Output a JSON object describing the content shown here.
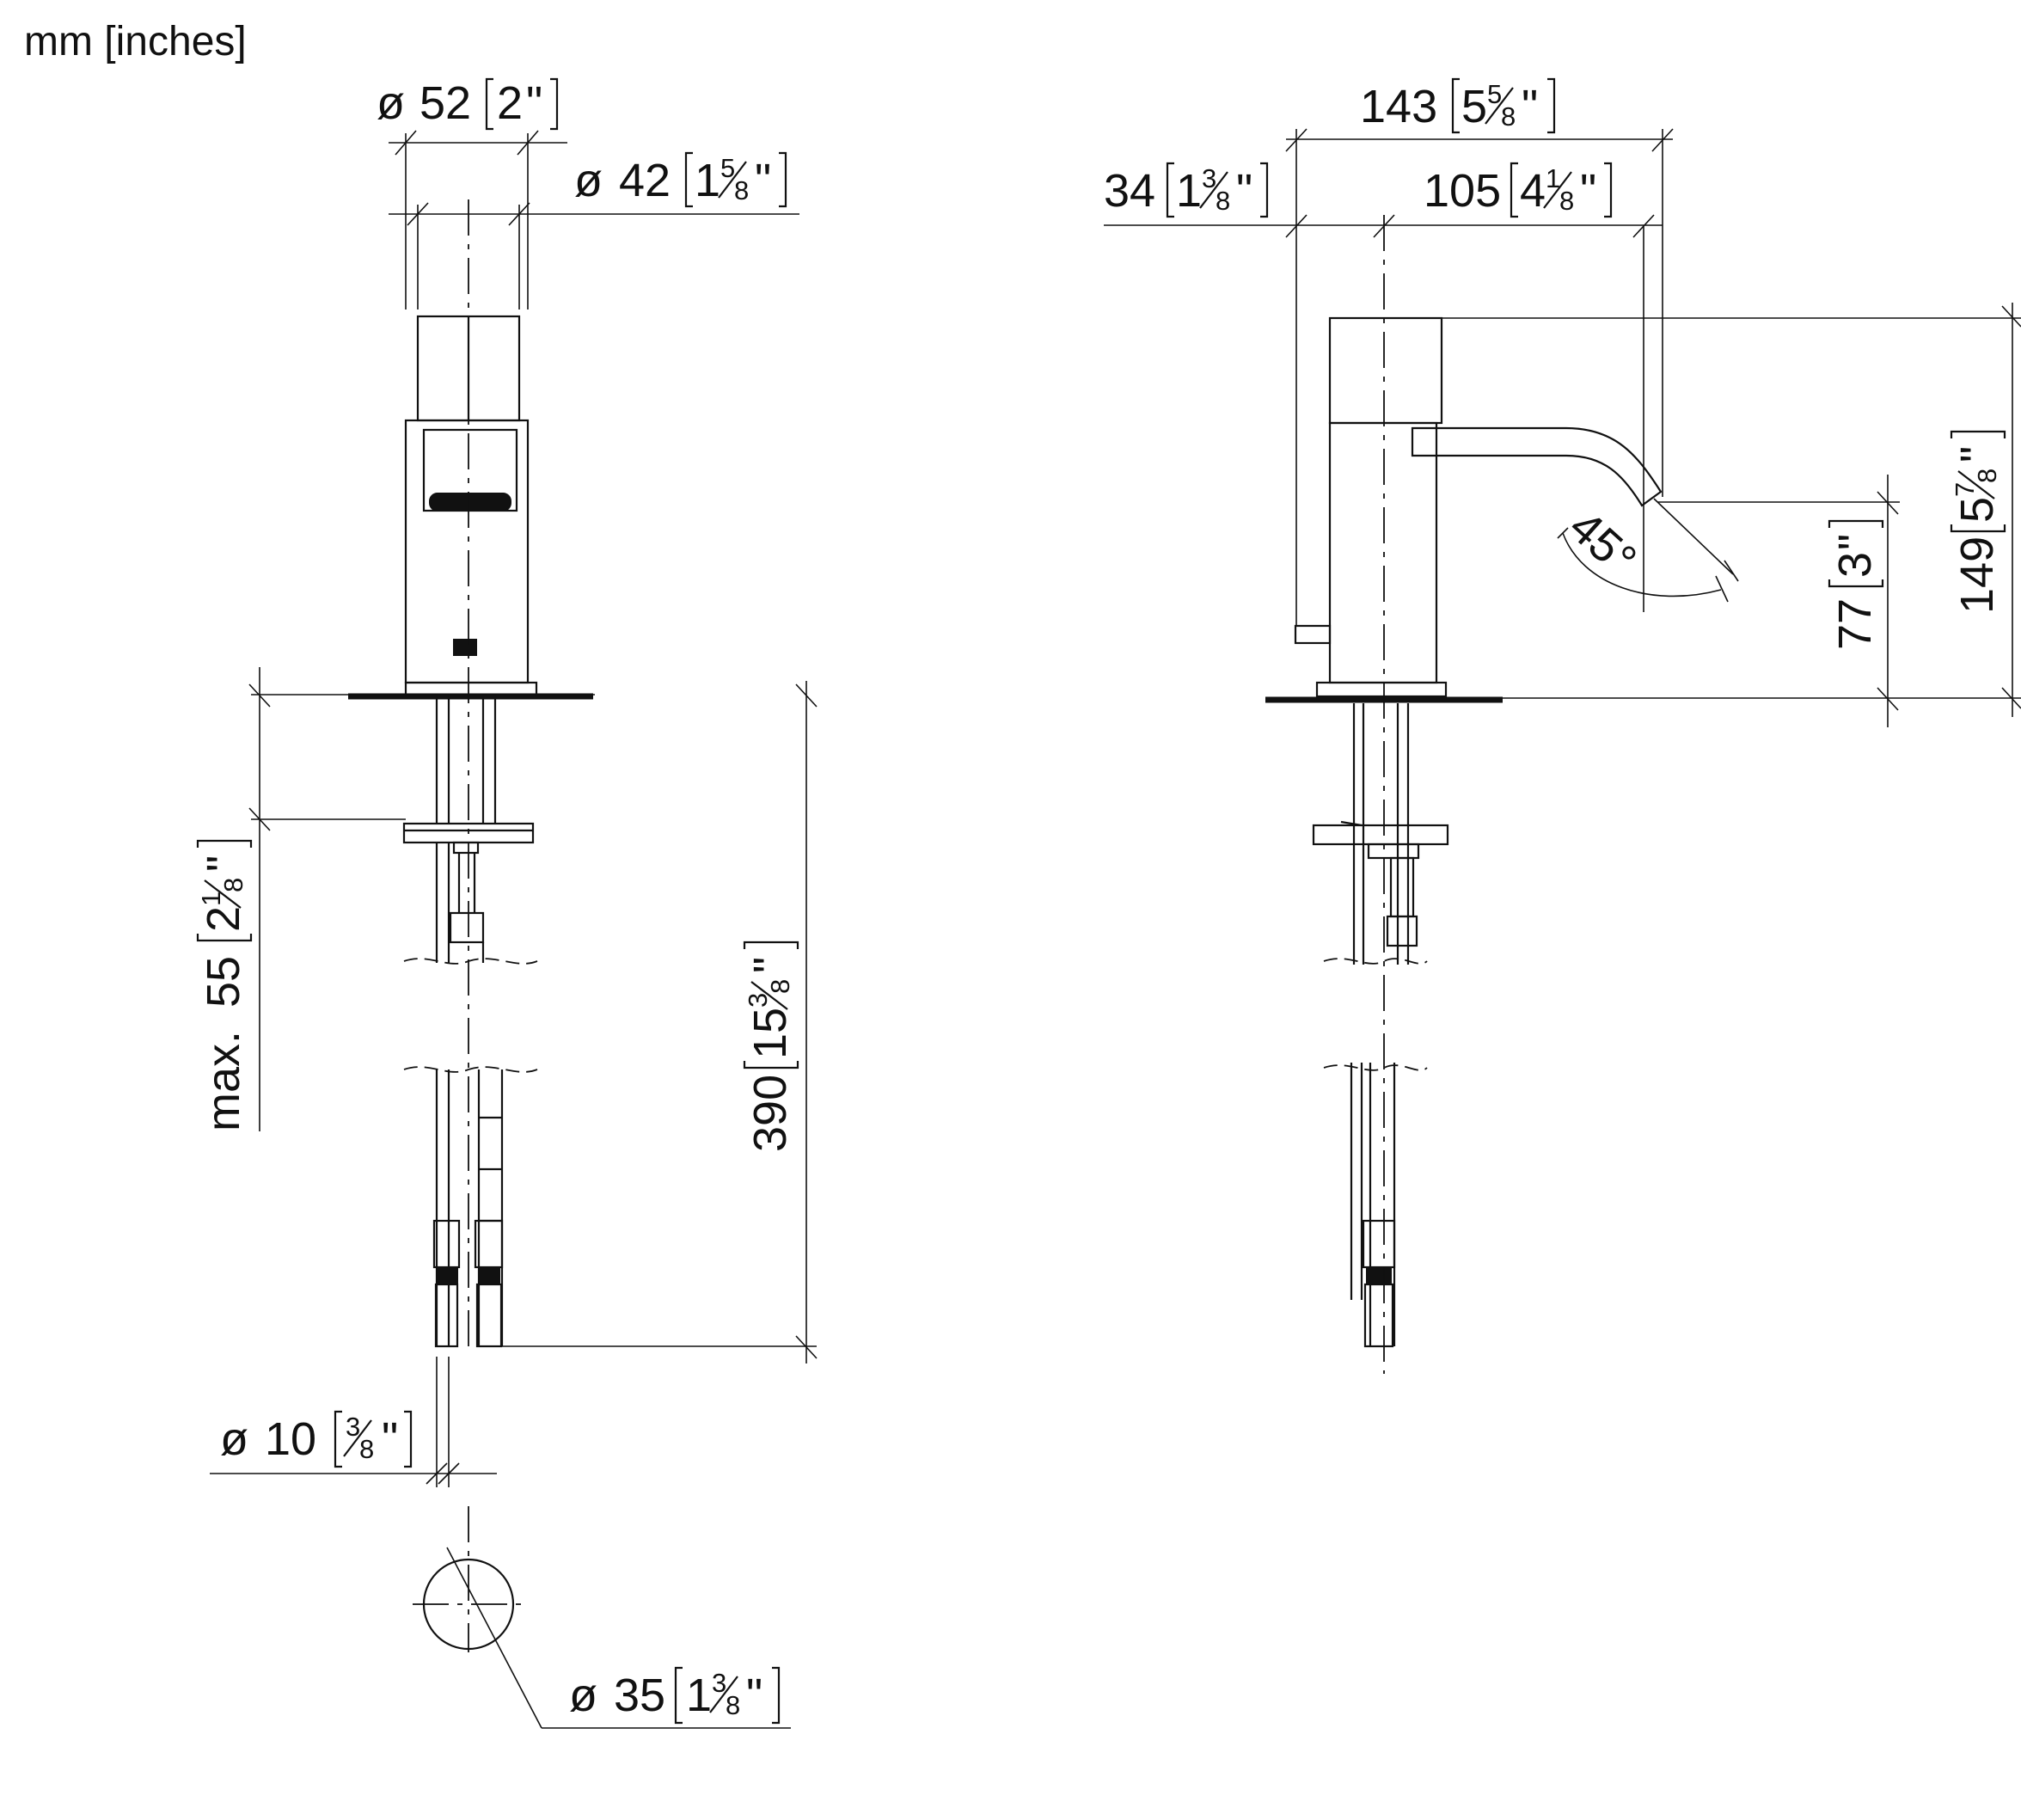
{
  "units_label": "mm [inches]",
  "dimensions": {
    "d52": {
      "symbol": "ø",
      "mm": "52",
      "in_whole": "2",
      "in_num": "",
      "in_den": ""
    },
    "d42": {
      "symbol": "ø",
      "mm": "42",
      "in_whole": "1",
      "in_num": "5",
      "in_den": "8"
    },
    "d10": {
      "symbol": "ø",
      "mm": "10",
      "in_whole": "",
      "in_num": "3",
      "in_den": "8"
    },
    "d35": {
      "symbol": "ø",
      "mm": "35",
      "in_whole": "1",
      "in_num": "3",
      "in_den": "8"
    },
    "max55": {
      "prefix": "max. ",
      "mm": "55",
      "in_whole": "2",
      "in_num": "1",
      "in_den": "8"
    },
    "h390": {
      "mm": "390",
      "in_whole": "15",
      "in_num": "3",
      "in_den": "8"
    },
    "w143": {
      "mm": "143",
      "in_whole": "5",
      "in_num": "5",
      "in_den": "8"
    },
    "w34": {
      "mm": "34",
      "in_whole": "1",
      "in_num": "3",
      "in_den": "8"
    },
    "w105": {
      "mm": "105",
      "in_whole": "4",
      "in_num": "1",
      "in_den": "8"
    },
    "h149": {
      "mm": "149",
      "in_whole": "5",
      "in_num": "7",
      "in_den": "8"
    },
    "h77": {
      "mm": "77",
      "in_whole": "3",
      "in_num": "",
      "in_den": ""
    },
    "angle": {
      "value": "45°"
    }
  }
}
